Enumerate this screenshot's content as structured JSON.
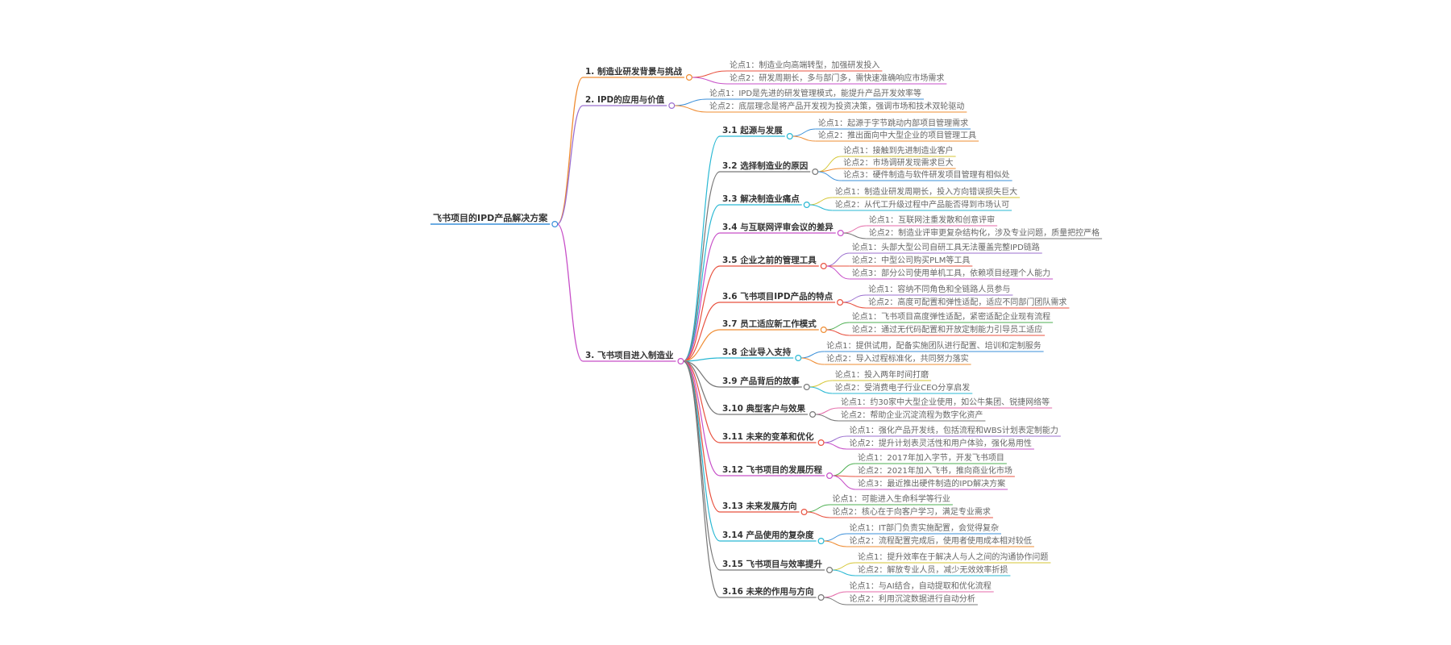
{
  "root": {
    "label": "飞书项目的IPD产品解决方案"
  },
  "sections": [
    {
      "label": "1. 制造业研发背景与挑战",
      "color": "#ef8c32",
      "points": [
        {
          "label": "论点1：制造业向高端转型，加强研发投入",
          "color": "#e8513f"
        },
        {
          "label": "论点2：研发周期长，多与部门多，需快速准确响应市场需求",
          "color": "#c74fc8"
        }
      ]
    },
    {
      "label": "2. IPD的应用与价值",
      "color": "#9b6fcf",
      "points": [
        {
          "label": "论点1：IPD是先进的研发管理模式，能提升产品开发效率等",
          "color": "#3a8fd9"
        },
        {
          "label": "论点2：底层理念是将产品开发视为投资决策，强调市场和技术双轮驱动",
          "color": "#ef8c32"
        }
      ]
    },
    {
      "label": "3. 飞书项目进入制造业",
      "color": "#c74fc8",
      "children": [
        {
          "label": "3.1 起源与发展",
          "color": "#29b8d3",
          "points": [
            {
              "label": "论点1：起源于字节跳动内部项目管理需求",
              "color": "#3a8fd9"
            },
            {
              "label": "论点2：推出面向中大型企业的项目管理工具",
              "color": "#ef8c32"
            }
          ]
        },
        {
          "label": "3.2 选择制造业的原因",
          "color": "#777777",
          "points": [
            {
              "label": "论点1：接触到先进制造业客户",
              "color": "#d5c633"
            },
            {
              "label": "论点2：市场调研发现需求巨大",
              "color": "#ef8c32"
            },
            {
              "label": "论点3：硬件制造与软件研发项目管理有相似处",
              "color": "#3a8fd9"
            }
          ]
        },
        {
          "label": "3.3 解决制造业痛点",
          "color": "#29b8d3",
          "points": [
            {
              "label": "论点1：制造业研发周期长，投入方向错误损失巨大",
              "color": "#d5c633"
            },
            {
              "label": "论点2：从代工升级过程中产品能否得到市场认可",
              "color": "#29b8d3"
            }
          ]
        },
        {
          "label": "3.4 与互联网评审会议的差异",
          "color": "#c74fc8",
          "points": [
            {
              "label": "论点1：互联网注重发散和创意评审",
              "color": "#e46aa8"
            },
            {
              "label": "论点2：制造业评审更复杂结构化，涉及专业问题，质量把控严格",
              "color": "#777777"
            }
          ]
        },
        {
          "label": "3.5 企业之前的管理工具",
          "color": "#e8513f",
          "points": [
            {
              "label": "论点1：头部大型公司自研工具无法覆盖完整IPD链路",
              "color": "#9b6fcf"
            },
            {
              "label": "论点2：中型公司购买PLM等工具",
              "color": "#e8513f"
            },
            {
              "label": "论点3：部分公司使用单机工具，依赖项目经理个人能力",
              "color": "#c74fc8"
            }
          ]
        },
        {
          "label": "3.6 飞书项目IPD产品的特点",
          "color": "#e8513f",
          "points": [
            {
              "label": "论点1：容纳不同角色和全链路人员参与",
              "color": "#9b6fcf"
            },
            {
              "label": "论点2：高度可配置和弹性适配，适应不同部门团队需求",
              "color": "#e8513f"
            }
          ]
        },
        {
          "label": "3.7 员工适应新工作模式",
          "color": "#ef8c32",
          "points": [
            {
              "label": "论点1：飞书项目高度弹性适配，紧密适配企业现有流程",
              "color": "#4caf50"
            },
            {
              "label": "论点2：通过无代码配置和开放定制能力引导员工适应",
              "color": "#e8513f"
            }
          ]
        },
        {
          "label": "3.8 企业导入支持",
          "color": "#29b8d3",
          "points": [
            {
              "label": "论点1：提供试用，配备实施团队进行配置、培训和定制服务",
              "color": "#3a8fd9"
            },
            {
              "label": "论点2：导入过程标准化，共同努力落实",
              "color": "#ef8c32"
            }
          ]
        },
        {
          "label": "3.9 产品背后的故事",
          "color": "#777777",
          "points": [
            {
              "label": "论点1：投入两年时间打磨",
              "color": "#d5c633"
            },
            {
              "label": "论点2：受消费电子行业CEO分享启发",
              "color": "#29b8d3"
            }
          ]
        },
        {
          "label": "3.10 典型客户与效果",
          "color": "#777777",
          "points": [
            {
              "label": "论点1：约30家中大型企业使用，如公牛集团、锐捷网络等",
              "color": "#e46aa8"
            },
            {
              "label": "论点2：帮助企业沉淀流程为数字化资产",
              "color": "#777777"
            }
          ]
        },
        {
          "label": "3.11 未来的变革和优化",
          "color": "#e8513f",
          "points": [
            {
              "label": "论点1：强化产品开发线，包括流程和WBS计划表定制能力",
              "color": "#9b6fcf"
            },
            {
              "label": "论点2：提升计划表灵活性和用户体验，强化易用性",
              "color": "#c74fc8"
            }
          ]
        },
        {
          "label": "3.12 飞书项目的发展历程",
          "color": "#c74fc8",
          "points": [
            {
              "label": "论点1：2017年加入字节，开发飞书项目",
              "color": "#4caf50"
            },
            {
              "label": "论点2：2021年加入飞书，推向商业化市场",
              "color": "#e8513f"
            },
            {
              "label": "论点3：最近推出硬件制造的IPD解决方案",
              "color": "#c74fc8"
            }
          ]
        },
        {
          "label": "3.13 未来发展方向",
          "color": "#e8513f",
          "points": [
            {
              "label": "论点1：可能进入生命科学等行业",
              "color": "#4caf50"
            },
            {
              "label": "论点2：核心在于向客户学习，满足专业需求",
              "color": "#e8513f"
            }
          ]
        },
        {
          "label": "3.14 产品使用的复杂度",
          "color": "#29b8d3",
          "points": [
            {
              "label": "论点1：IT部门负责实施配置，会觉得复杂",
              "color": "#3a8fd9"
            },
            {
              "label": "论点2：流程配置完成后，使用者使用成本相对较低",
              "color": "#ef8c32"
            }
          ]
        },
        {
          "label": "3.15 飞书项目与效率提升",
          "color": "#777777",
          "points": [
            {
              "label": "论点1：提升效率在于解决人与人之间的沟通协作问题",
              "color": "#d5c633"
            },
            {
              "label": "论点2：解放专业人员，减少无效效率折损",
              "color": "#29b8d3"
            }
          ]
        },
        {
          "label": "3.16 未来的作用与方向",
          "color": "#777777",
          "points": [
            {
              "label": "论点1：与AI结合，自动提取和优化流程",
              "color": "#e46aa8"
            },
            {
              "label": "论点2：利用沉淀数据进行自动分析",
              "color": "#777777"
            }
          ]
        }
      ]
    }
  ],
  "root_color": "#3a8fd9"
}
